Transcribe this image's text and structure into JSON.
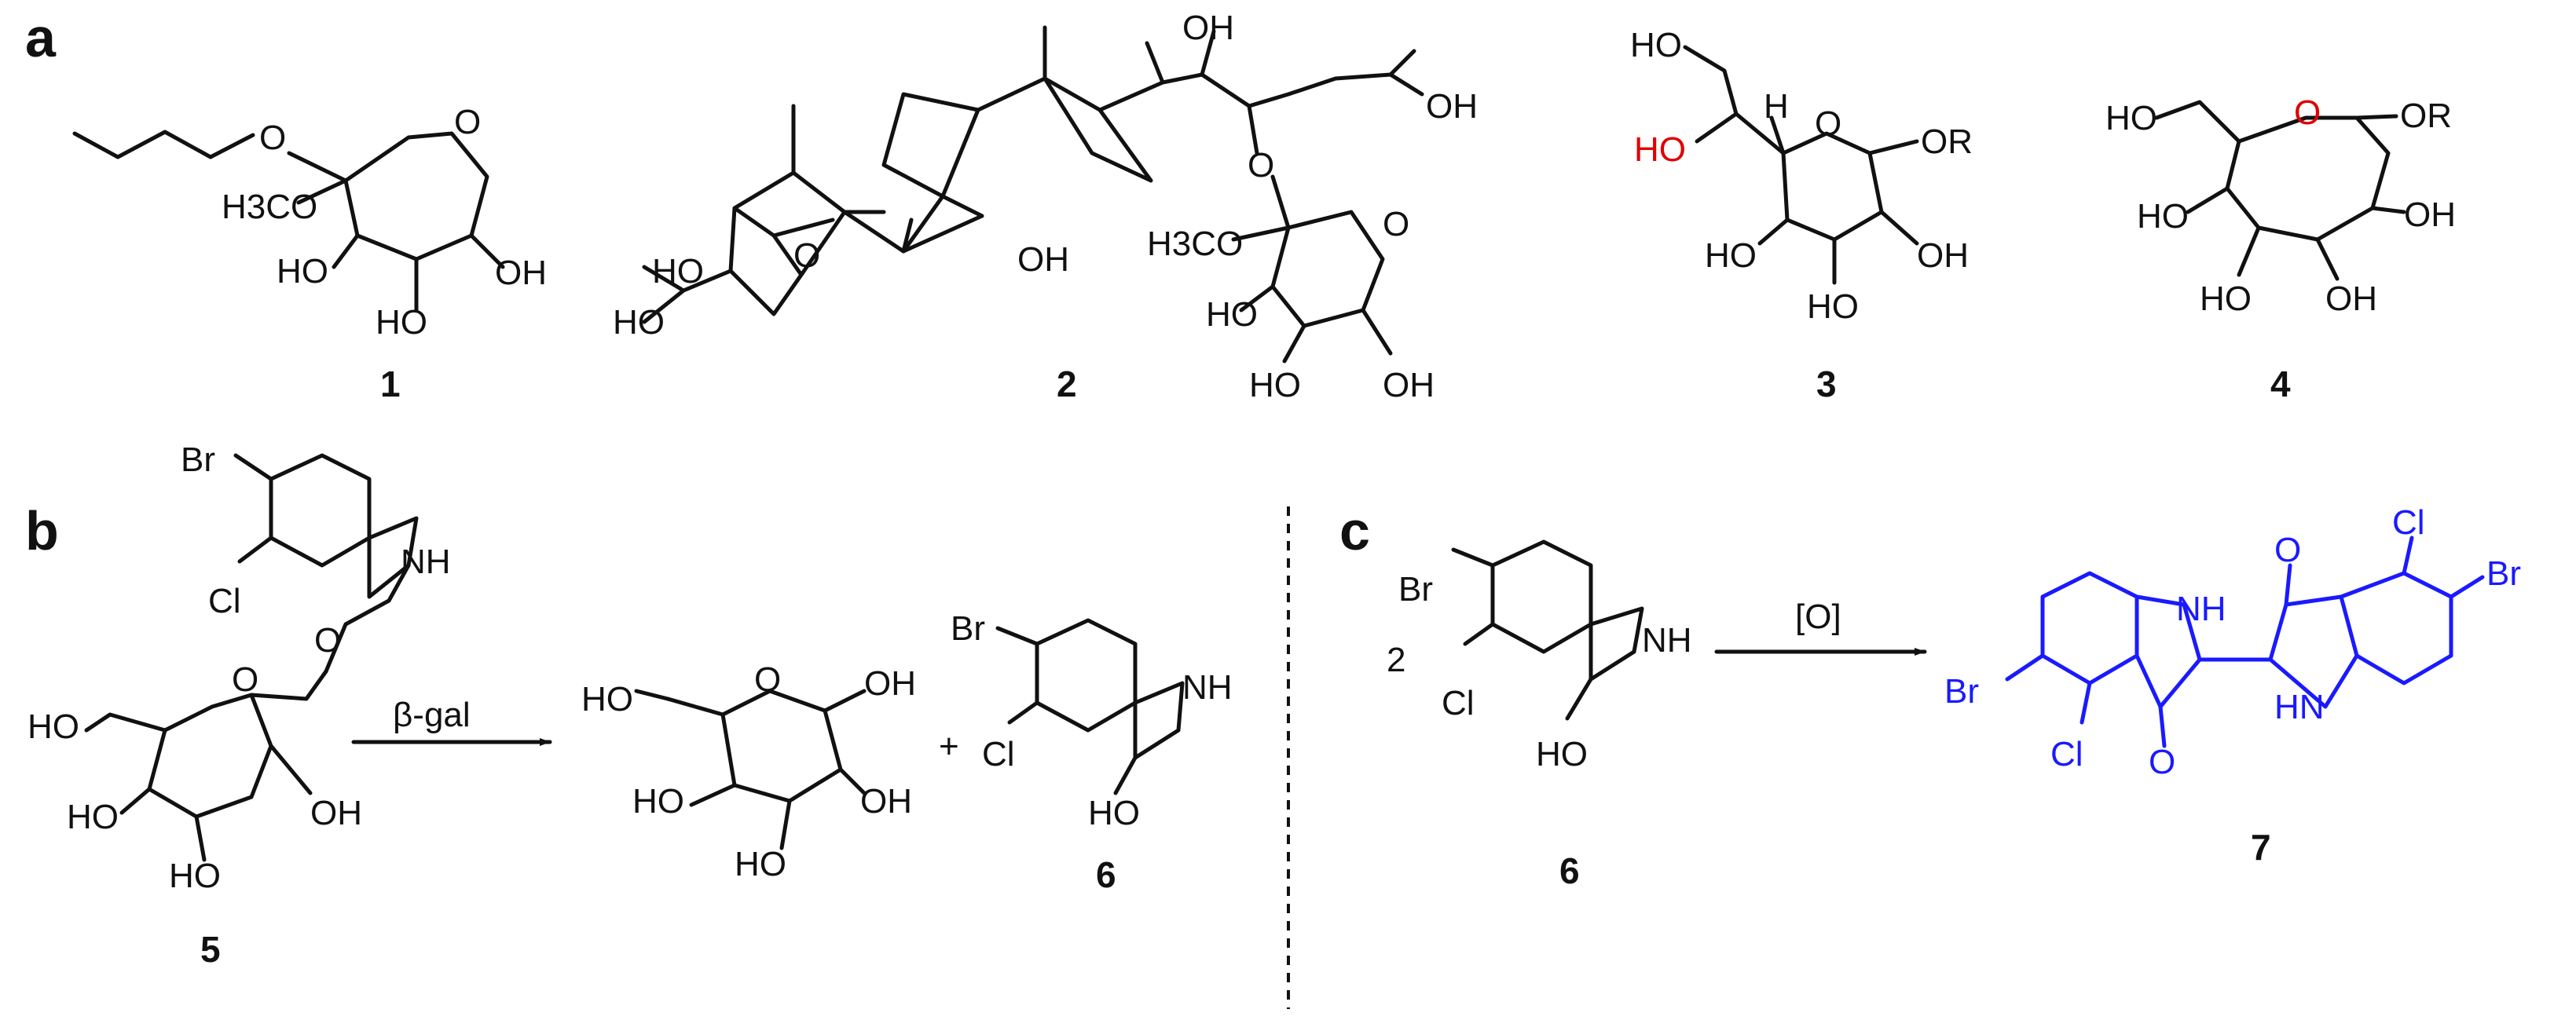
{
  "panels": {
    "a": "a",
    "b": "b",
    "c": "c"
  },
  "compounds": {
    "c1": {
      "number": "1",
      "labels": {
        "o_ether": "O",
        "o_ring": "O",
        "och3": "H3CO",
        "oh_left": "HO",
        "oh_bottom": "HO",
        "oh_right": "OH"
      }
    },
    "c2": {
      "number": "2",
      "labels": {
        "oh_top": "OH",
        "oh_sidechain": "OH",
        "o_link": "O",
        "oh_mid": "OH",
        "o_ketone": "O",
        "ho_a": "HO",
        "ho_b": "HO",
        "och3": "H3CO",
        "o_ring": "O",
        "ho_sugar_left": "HO",
        "ho_sugar_bottom": "HO",
        "oh_sugar_right": "OH"
      }
    },
    "c3": {
      "number": "3",
      "labels": {
        "ho_top": "HO",
        "ho_red": "HO",
        "h": "H",
        "o_ring": "O",
        "or": "OR",
        "ho_left": "HO",
        "oh_right": "OH",
        "ho_bottom": "HO"
      }
    },
    "c4": {
      "number": "4",
      "labels": {
        "ho_ch2": "HO",
        "o_ring": "O",
        "or": "OR",
        "ho_left": "HO",
        "oh_right": "OH",
        "ho_bottom": "HO",
        "oh_bottom": "OH"
      }
    },
    "c5": {
      "number": "5",
      "labels": {
        "br": "Br",
        "cl": "Cl",
        "nh": "NH",
        "o_glyco": "O",
        "o_ring": "O",
        "ho_ch2": "HO",
        "ho_left": "HO",
        "oh_right": "OH",
        "ho_bottom": "HO"
      }
    },
    "galactose": {
      "labels": {
        "ho_ch2": "HO",
        "o_ring": "O",
        "oh_anomeric": "OH",
        "ho_left": "HO",
        "oh_right": "OH",
        "ho_bottom": "HO"
      }
    },
    "c6b": {
      "number": "6",
      "labels": {
        "br": "Br",
        "cl": "Cl",
        "nh": "NH",
        "ho": "HO"
      }
    },
    "c6c": {
      "number": "6",
      "labels": {
        "br": "Br",
        "cl": "Cl",
        "nh": "NH",
        "ho": "HO"
      }
    },
    "c7": {
      "number": "7",
      "labels": {
        "br_left": "Br",
        "cl_left": "Cl",
        "nh_top": "NH",
        "o_bottom": "O",
        "o_top": "O",
        "cl_right": "Cl",
        "br_right": "Br",
        "hn_bottom": "HN"
      }
    }
  },
  "reactions": {
    "b": {
      "reagent": "β-gal",
      "plus": "+"
    },
    "c": {
      "coefficient": "2",
      "reagent": "[O]"
    }
  },
  "colors": {
    "product_7": "#1a1aff",
    "highlight_oh": "#e00000",
    "ink": "#111111"
  }
}
